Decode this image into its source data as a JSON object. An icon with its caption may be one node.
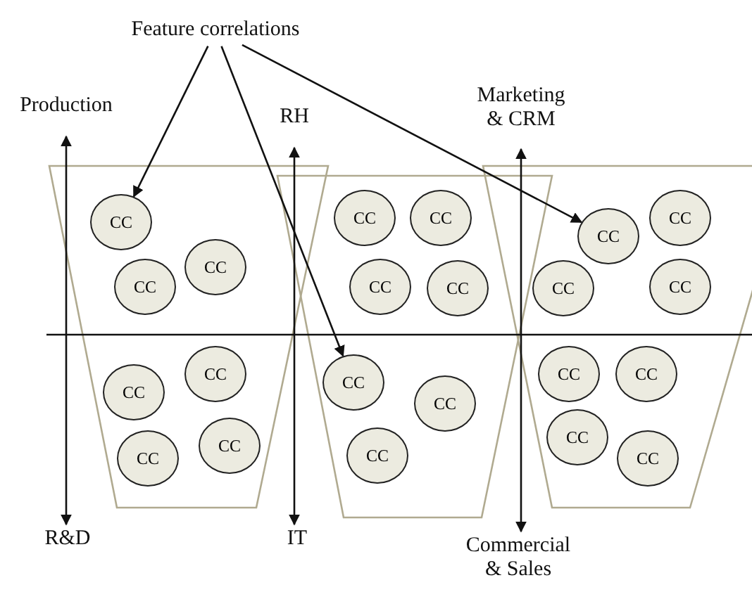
{
  "diagram": {
    "nodes": [
      {
        "text": [
          "Feature correlations"
        ]
      },
      {
        "text": [
          "Production"
        ]
      },
      {
        "text": [
          "R&D"
        ]
      },
      {
        "text": [
          "RH"
        ]
      },
      {
        "text": [
          "IT"
        ]
      },
      {
        "text": [
          "Marketing & CRM"
        ]
      },
      {
        "text": [
          "Commercial & Sales"
        ]
      },
      {
        "text": [
          "CC"
        ]
      },
      {
        "text": [
          "CC"
        ]
      },
      {
        "text": [
          "CC"
        ]
      },
      {
        "text": [
          "CC"
        ]
      },
      {
        "text": [
          "CC"
        ]
      },
      {
        "text": [
          "CC"
        ]
      },
      {
        "text": [
          "CC"
        ]
      },
      {
        "text": [
          "CC"
        ]
      },
      {
        "text": [
          "CC"
        ]
      },
      {
        "text": [
          "CC"
        ]
      },
      {
        "text": [
          "CC"
        ]
      },
      {
        "text": [
          "CC"
        ]
      },
      {
        "text": [
          "CC"
        ]
      },
      {
        "text": [
          "CC"
        ]
      },
      {
        "text": [
          "CC"
        ]
      },
      {
        "text": [
          "CC"
        ]
      },
      {
        "text": [
          "CC"
        ]
      },
      {
        "text": [
          "CC"
        ]
      },
      {
        "text": [
          "CC"
        ]
      },
      {
        "text": [
          "CC"
        ]
      },
      {
        "text": [
          "CC"
        ]
      },
      {
        "text": [
          "CC"
        ]
      }
    ],
    "edges": [
      {
        "from": 0,
        "to": 7,
        "arrow": "to"
      },
      {
        "from": 0,
        "to": 18,
        "arrow": "to"
      },
      {
        "from": 0,
        "to": 21,
        "arrow": "to"
      },
      {
        "from": 1,
        "to": 2,
        "arrow": "both"
      },
      {
        "from": 3,
        "to": 4,
        "arrow": "both"
      },
      {
        "from": 5,
        "to": 6,
        "arrow": "both"
      }
    ]
  }
}
